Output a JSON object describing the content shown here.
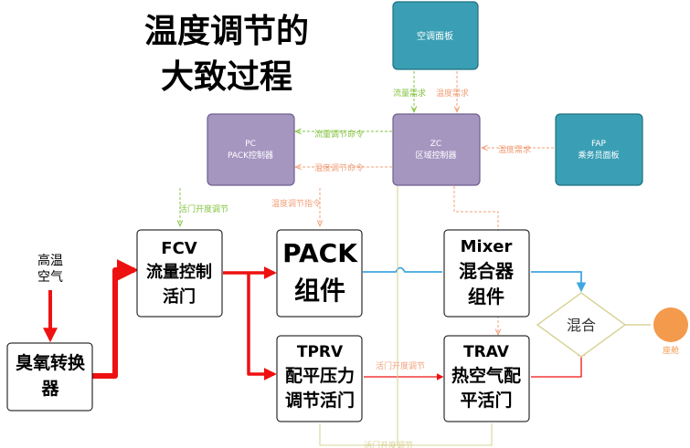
{
  "title": {
    "line1": "温度调节的",
    "line2": "大致过程"
  },
  "boxes": {
    "ac_panel": "空调面板",
    "pc_line1": "PC",
    "pc_line2": "PACK控制器",
    "zc_line1": "ZC",
    "zc_line2": "区域控制器",
    "fap_line1": "FAP",
    "fap_line2": "乘务员面板",
    "fcv_line1": "FCV",
    "fcv_line2": "流量控制",
    "fcv_line3": "活门",
    "pack_line1": "PACK",
    "pack_line2": "组件",
    "mixer_line1": "Mixer",
    "mixer_line2": "混合器",
    "mixer_line3": "组件",
    "tprv_line1": "TPRV",
    "tprv_line2": "配平压力",
    "tprv_line3": "调节活门",
    "trav_line1": "TRAV",
    "trav_line2": "热空气配",
    "trav_line3": "平活门",
    "ozone_line1": "臭氧转换",
    "ozone_line2": "器",
    "mix": "混合"
  },
  "labels": {
    "hot_air_line1": "高温",
    "hot_air_line2": "空气",
    "cabin": "座舱",
    "flow_demand": "流量需求",
    "temp_demand_ac": "温度需求",
    "flow_cmd": "流量调节命令",
    "temp_cmd": "温度调节命令",
    "temp_demand_fap": "温度需求",
    "valve_open_fcv": "活门开度调节",
    "temp_cmd_pack": "温度调节指令",
    "valve_open_trav": "活门开度调节",
    "valve_open_bottom": "活门开度调节"
  },
  "colors": {
    "teal": "#3a9fb5",
    "purple": "#a596c0",
    "red": "#ee1111",
    "blue": "#3fa7e0",
    "green": "#84c441",
    "orange": "#f2a07a",
    "gold": "#d8d498",
    "sun": "#f39a4c"
  }
}
